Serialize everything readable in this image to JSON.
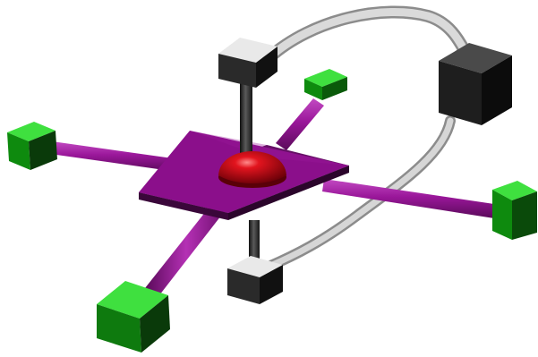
{
  "scene": {
    "background": "#ffffff",
    "colors": {
      "plate_top": "#8b0f8b",
      "plate_side": "#4a0a4a",
      "arm": "#9a179a",
      "arm_highlight": "#c24ac2",
      "end_block": "#11bb11",
      "end_block_dark": "#0a5a0a",
      "dome": "#cc0f1a",
      "pillar": "#2e2e2e",
      "cube_light": "#e9e9e9",
      "cube_dark": "#1c1c1c",
      "cable": "#c4c4c4"
    },
    "objects": [
      "purple-platform",
      "red-dome",
      "vertical-pillar",
      "four-purple-arms",
      "four-green-end-cubes",
      "three-black-connector-cubes",
      "gray-cable"
    ]
  }
}
